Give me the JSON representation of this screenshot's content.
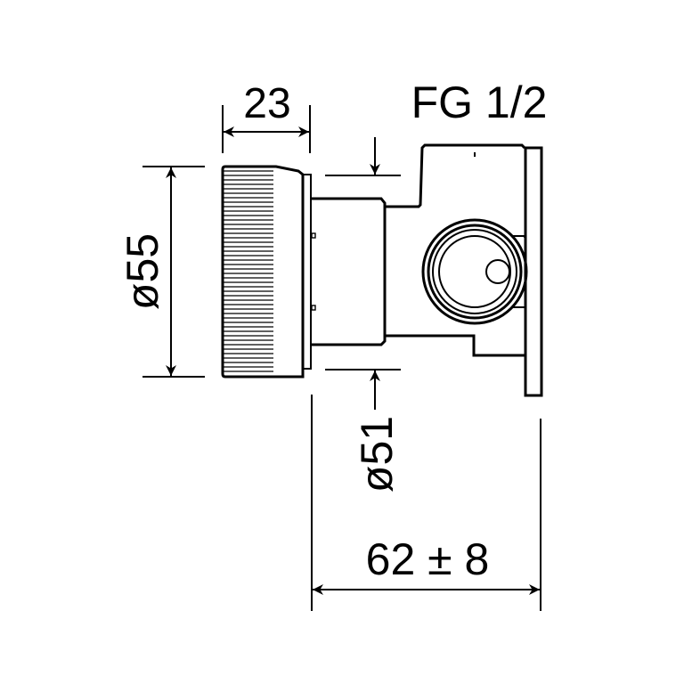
{
  "drawing": {
    "thread_label": "FG 1/2",
    "dim_knob_depth": "23",
    "dim_knob_diameter": "ø55",
    "dim_body_diameter": "ø51",
    "dim_installation_depth": "62 ± 8"
  },
  "colors": {
    "line": "#000000",
    "background": "#ffffff"
  }
}
